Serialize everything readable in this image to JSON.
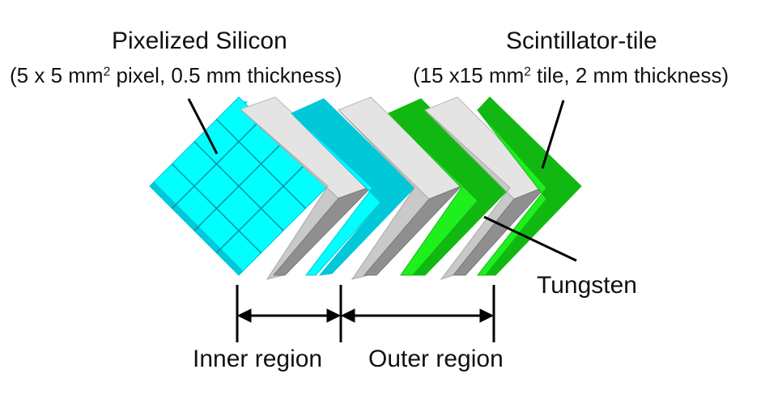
{
  "labels": {
    "pixel_title": "Pixelized Silicon",
    "pixel_spec_pre": "(5 x 5 mm",
    "pixel_spec_sup": "2",
    "pixel_spec_post": " pixel, 0.5 mm thickness)",
    "scint_title": "Scintillator-tile",
    "scint_spec_pre": "(15 x15 mm",
    "scint_spec_sup": "2",
    "scint_spec_post": " tile, 2 mm thickness)",
    "tungsten": "Tungsten",
    "inner_region": "Inner region",
    "outer_region": "Outer region"
  },
  "layers": [
    "silicon",
    "tungsten",
    "silicon",
    "tungsten",
    "scintillator",
    "tungsten",
    "scintillator"
  ],
  "colors": {
    "silicon_face": "#00ffff",
    "silicon_edge": "#00c8d8",
    "scint_face": "#1ef01e",
    "scint_edge": "#12b812",
    "tungsten_top": "#e4e4e4",
    "tungsten_mid": "#c9c9c9",
    "tungsten_dark": "#8f8f8f",
    "grid_line": "#0a8ea0",
    "line": "#000000"
  }
}
